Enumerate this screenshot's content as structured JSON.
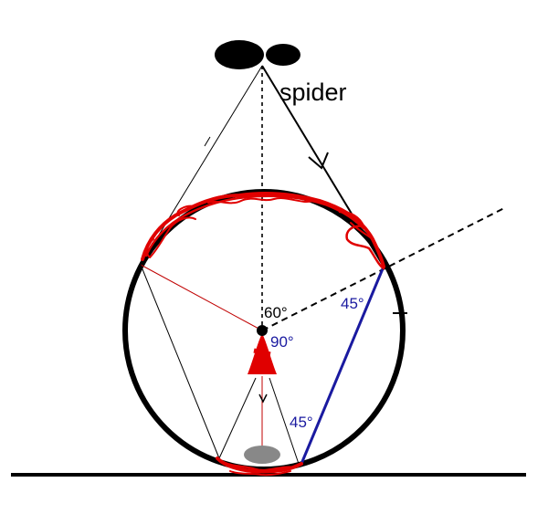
{
  "labels": {
    "spider": "spider",
    "angle_60": "60°",
    "angle_90": "90°",
    "angle_45_upper": "45°",
    "angle_45_lower": "45°"
  },
  "colors": {
    "background": "#ffffff",
    "outline": "#000000",
    "web": "#e00000",
    "blue": "#1a1aa0",
    "grey_blob": "#888888"
  },
  "icons": {
    "spider": "spider-blob-icon",
    "drop": "red-drop-icon"
  }
}
